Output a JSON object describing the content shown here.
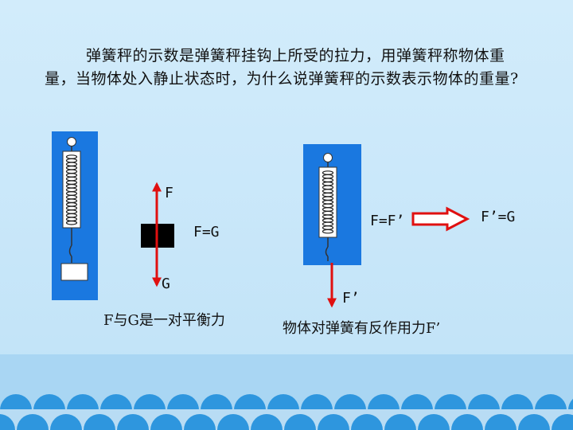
{
  "slide": {
    "paragraph": "弹簧秤的示数是弹簧秤挂钩上所受的拉力，用弹簧秤称物体重量，当物体处入静止状态时，为什么说弹簧秤的示数表示物体的重量?"
  },
  "left_diagram": {
    "force_up_label": "F",
    "force_down_label": "G",
    "equation": "F=G",
    "caption": "F与G是一对平衡力"
  },
  "right_diagram": {
    "equation_left": "F=F’",
    "equation_right": "F’=G",
    "force_down_label": "F’",
    "caption": "物体对弹簧有反作用力F’"
  },
  "colors": {
    "background": "#c7e6f9",
    "spring_panel": "#1a78e0",
    "arrow_red": "#e01010",
    "wave_blue": "#2e96de",
    "wave_band": "#a9d6f3"
  }
}
